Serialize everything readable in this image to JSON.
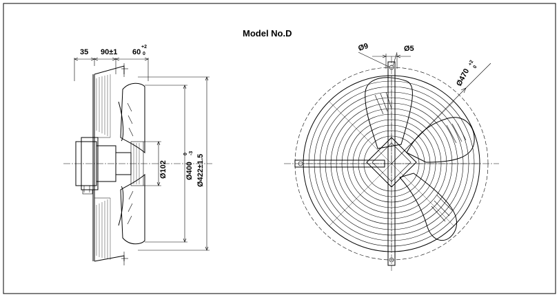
{
  "title": "Model No.D",
  "side_view": {
    "dims": {
      "d35": "35",
      "d90": "90±1",
      "d60": "60",
      "d60_tol_upper": "+2",
      "d60_tol_lower": "0",
      "dia102": "Ø102",
      "dia400": "Ø400",
      "dia400_tol_upper": "0",
      "dia400_tol_lower": "-3",
      "dia422": "Ø422±1.5"
    }
  },
  "front_view": {
    "dims": {
      "dia9": "Ø9",
      "d5": "Ø5",
      "dia470": "Ø470",
      "dia470_tol_upper": "+2",
      "dia470_tol_lower": "0"
    }
  }
}
